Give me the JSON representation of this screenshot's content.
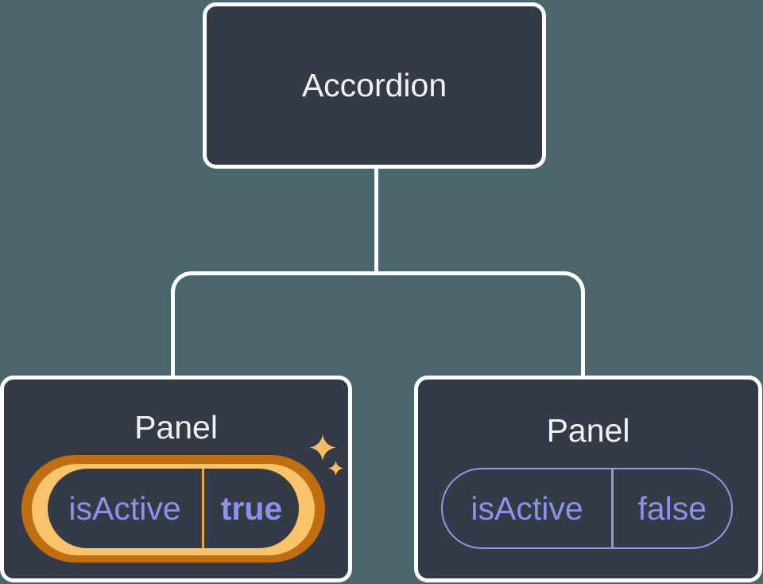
{
  "diagram": {
    "root": {
      "label": "Accordion"
    },
    "panels": [
      {
        "label": "Panel",
        "prop_name": "isActive",
        "prop_value": "true",
        "state": "active",
        "highlighted": true
      },
      {
        "label": "Panel",
        "prop_name": "isActive",
        "prop_value": "false",
        "state": "inactive",
        "highlighted": false
      }
    ]
  },
  "icons": {
    "sparkle_large": "sparkle-large-icon",
    "sparkle_small": "sparkle-small-icon"
  },
  "colors": {
    "canvas_background": "#4b656d",
    "node_fill": "#343a46",
    "node_border": "#ffffff",
    "node_text": "#f0f2f5",
    "connector_line": "#ffffff",
    "prop_text_purple": "#8a93e9",
    "pill_border_purple": "#8d98ec",
    "highlight_ring_outer": "#c16d11",
    "highlight_ring_inner": "#fac26a",
    "highlight_divider_gold": "#e0a552",
    "sparkle_gold": "#f6bc66"
  }
}
